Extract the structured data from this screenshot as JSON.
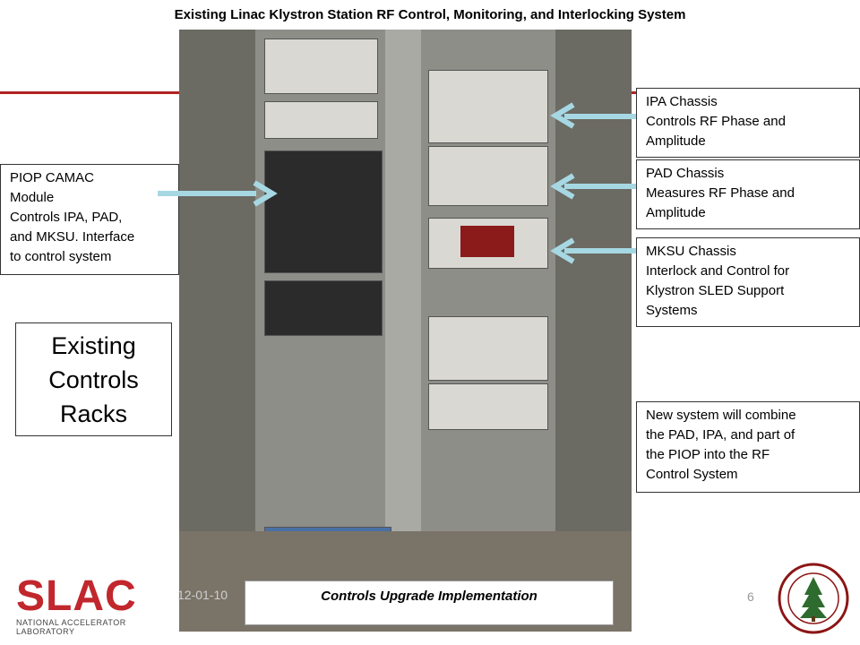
{
  "title": "Existing Linac Klystron Station RF Control, Monitoring, and Interlocking System",
  "callouts": {
    "piop": [
      "PIOP CAMAC",
      "Module",
      "Controls IPA, PAD,",
      "and MKSU.  Interface",
      "to control system"
    ],
    "ipa": [
      "IPA Chassis",
      "Controls RF Phase and",
      "Amplitude"
    ],
    "pad": [
      "PAD Chassis",
      "Measures RF Phase and",
      "Amplitude"
    ],
    "mksu": [
      "MKSU Chassis",
      "Interlock and Control for",
      "Klystron SLED Support",
      "Systems"
    ],
    "newsystem": [
      "New system will combine",
      "the PAD, IPA, and part of",
      "the PIOP into the RF",
      "Control System"
    ]
  },
  "big_label": [
    "Existing",
    "Controls",
    "Racks"
  ],
  "footer": {
    "title": "Controls Upgrade Implementation",
    "date": "12-01-10",
    "page": "6"
  },
  "logo": {
    "name": "SLAC",
    "subtitle": "NATIONAL ACCELERATOR LABORATORY"
  },
  "colors": {
    "accent_red": "#b22222",
    "arrow": "#a6d8e3"
  }
}
